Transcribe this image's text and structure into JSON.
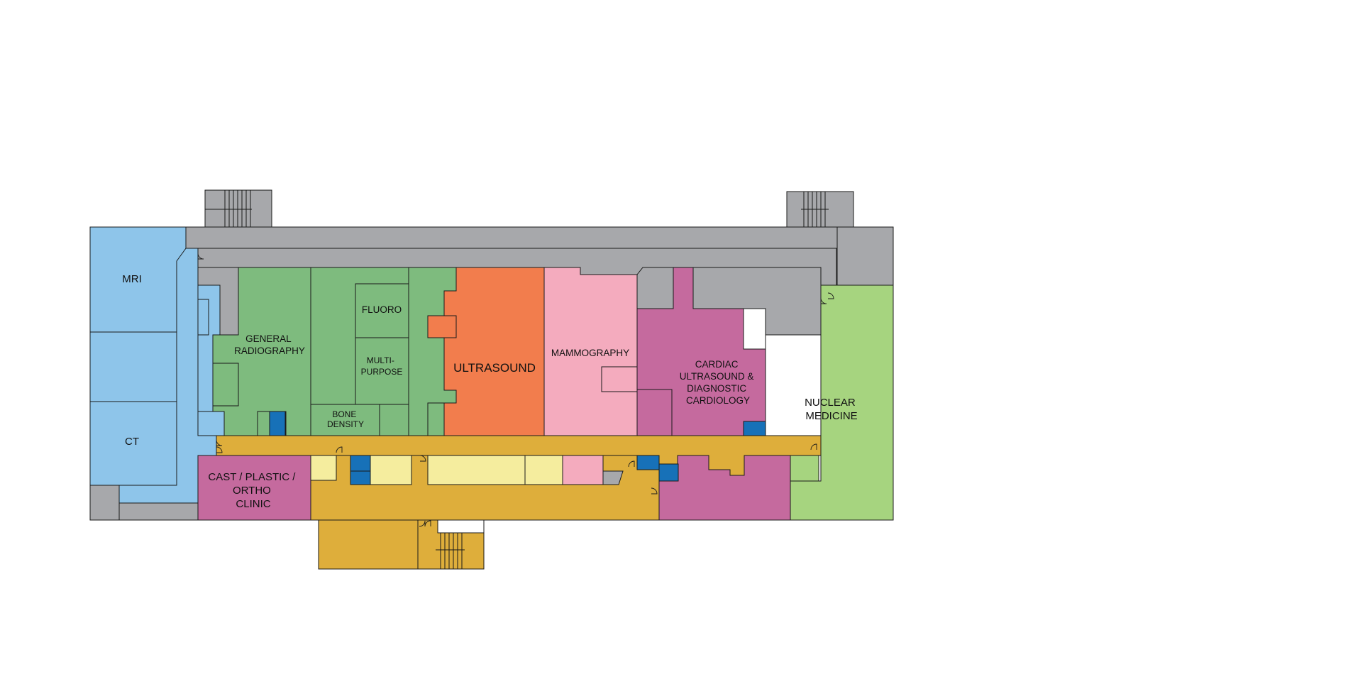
{
  "map": {
    "rooms": {
      "mri": "MRI",
      "ct": "CT",
      "general_radiography": [
        "GENERAL",
        "RADIOGRAPHY"
      ],
      "fluoro": "FLUORO",
      "multi_purpose": [
        "MULTI-",
        "PURPOSE"
      ],
      "bone_density": [
        "BONE",
        "DENSITY"
      ],
      "ultrasound": "ULTRASOUND",
      "mammography": "MAMMOGRAPHY",
      "cardiac": [
        "CARDIAC",
        "ULTRASOUND &",
        "DIAGNOSTIC",
        "CARDIOLOGY"
      ],
      "nuclear_medicine": [
        "NUCLEAR",
        "MEDICINE"
      ],
      "cast_clinic": [
        "CAST / PLASTIC /",
        "ORTHO",
        "CLINIC"
      ]
    },
    "legend_colors": {
      "mri_ct": "#8ec5ea",
      "radiography": "#7ebb7e",
      "ultrasound": "#f27d4d",
      "mammography": "#f4abbe",
      "cardiac": "#c56a9e",
      "nuclear_medicine": "#a6d47f",
      "corridor": "#deae3b",
      "support": "#a7a8ab",
      "utility": "#f5ed9e",
      "restroom": "#1771b8",
      "entrance": "#ffffff"
    }
  }
}
